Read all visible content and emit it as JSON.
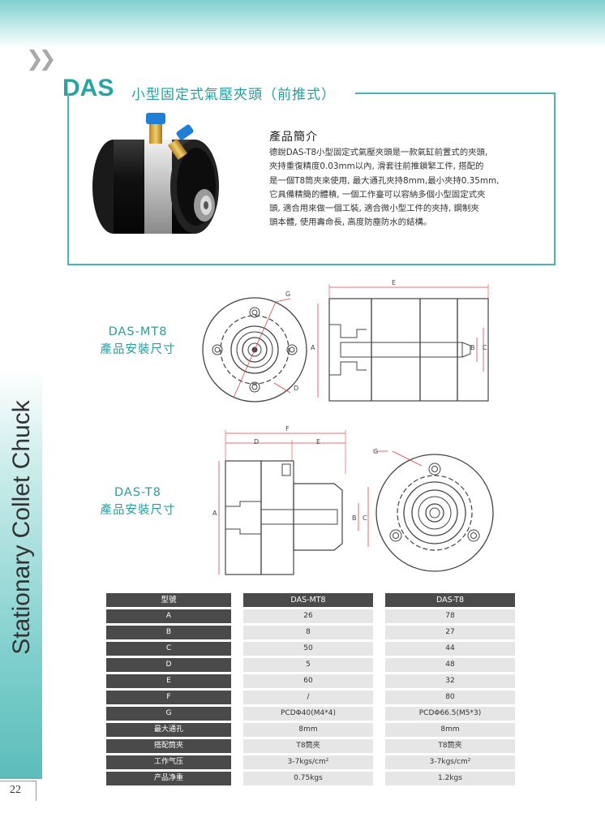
{
  "header": {
    "brand": "DAS",
    "title": "小型固定式氣壓夾頭（前推式）"
  },
  "intro": {
    "title": "產品簡介",
    "lines": [
      "德銳DAS-T8小型固定式氣壓夾頭是一款氣缸前置式的夾頭,",
      "夾持重復精度0.03mm以內, 滑套往前推鎖緊工件, 搭配的",
      "是一個T8筒夾來使用, 最大通孔夾持8mm,最小夾持0.35mm,",
      "它具備精簡的體積, 一個工作臺可以容納多個小型固定式夾",
      "頭, 適合用來做一個工裝, 適合微小型工件的夾持, 鋼制夾",
      "頭本體, 使用壽命長, 高度防塵防水的結構。"
    ]
  },
  "diagram_mt8": {
    "name": "DAS-MT8",
    "caption": "產品安裝尺寸",
    "labels": {
      "A": "A",
      "B": "B",
      "C": "C",
      "D": "D",
      "E": "E",
      "G": "G"
    }
  },
  "diagram_t8": {
    "name": "DAS-T8",
    "caption": "產品安裝尺寸",
    "labels": {
      "A": "A",
      "B": "B",
      "C": "C",
      "D": "D",
      "E": "E",
      "F": "F",
      "G": "G"
    }
  },
  "table": {
    "header_label": "型號",
    "col1": "DAS-MT8",
    "col2": "DAS-T8",
    "rows": [
      {
        "label": "A",
        "v1": "26",
        "v2": "78"
      },
      {
        "label": "B",
        "v1": "8",
        "v2": "27"
      },
      {
        "label": "C",
        "v1": "50",
        "v2": "44"
      },
      {
        "label": "D",
        "v1": "5",
        "v2": "48"
      },
      {
        "label": "E",
        "v1": "60",
        "v2": "32"
      },
      {
        "label": "F",
        "v1": "/",
        "v2": "80"
      },
      {
        "label": "G",
        "v1": "PCDΦ40(M4*4)",
        "v2": "PCDΦ66.5(M5*3)"
      },
      {
        "label": "最大通孔",
        "v1": "8mm",
        "v2": "8mm"
      },
      {
        "label": "搭配筒夾",
        "v1": "T8筒夾",
        "v2": "T8筒夾"
      },
      {
        "label": "工作气压",
        "v1": "3-7kgs/cm²",
        "v2": "3-7kgs/cm²"
      },
      {
        "label": "产品净重",
        "v1": "0.75kgs",
        "v2": "1.2kgs"
      }
    ]
  },
  "sidebar": {
    "text": "Stationary Collet Chuck"
  },
  "page_number": "22",
  "colors": {
    "teal": "#2aa2a2",
    "dark_cell": "#4a4a4a",
    "light_cell": "#e6e6e6"
  }
}
